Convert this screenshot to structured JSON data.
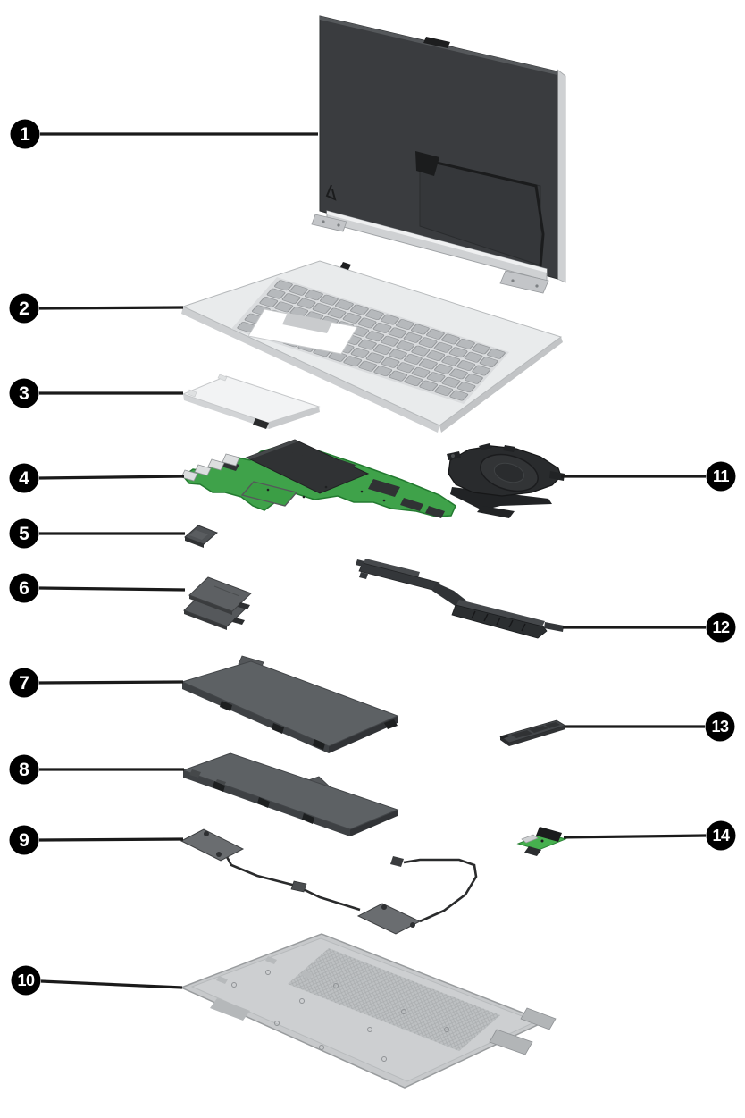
{
  "figure": {
    "kind": "laptop-exploded-parts-diagram",
    "callouts": [
      {
        "number": "1",
        "part": "display-assembly"
      },
      {
        "number": "2",
        "part": "top-cover-with-keyboard"
      },
      {
        "number": "3",
        "part": "touchpad"
      },
      {
        "number": "4",
        "part": "system-board"
      },
      {
        "number": "5",
        "part": "wlan-module"
      },
      {
        "number": "6",
        "part": "memory-modules"
      },
      {
        "number": "7",
        "part": "battery"
      },
      {
        "number": "8",
        "part": "battery-secondary"
      },
      {
        "number": "9",
        "part": "speakers"
      },
      {
        "number": "10",
        "part": "bottom-cover"
      },
      {
        "number": "11",
        "part": "fan"
      },
      {
        "number": "12",
        "part": "heat-sink"
      },
      {
        "number": "13",
        "part": "solid-state-drive"
      },
      {
        "number": "14",
        "part": "io-board"
      }
    ],
    "palette": {
      "bg": "#ffffff",
      "ink": "#000000",
      "leader": "#1a1a1a",
      "panelDark": "#3a3c3f",
      "silverLight": "#e9ebec",
      "silverMid": "#cfd1d3",
      "touchpadWhite": "#f2f3f4",
      "keyGray": "#b6b9bc",
      "pcbGreen": "#3fa24a",
      "pcbGreenDark": "#237a30",
      "ioGreen": "#46b04e",
      "batteryGray": "#5d6164",
      "speakerGray": "#6a6d70",
      "partDark": "#2b2d2f",
      "chipDark": "#303234",
      "coverGray": "#c7c9cb"
    }
  }
}
